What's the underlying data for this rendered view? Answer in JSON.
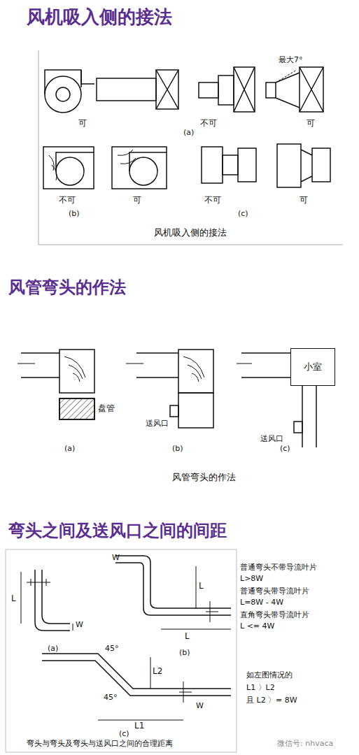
{
  "diagram": {
    "title": "风机吸入侧的接法",
    "nodes": [
      {
        "text": [
          "小室"
        ]
      }
    ],
    "labels": [
      "可",
      "不可",
      "最大7°",
      "可",
      "(a)",
      "不可",
      "可",
      "(b)",
      "不可",
      "可",
      "(c)",
      "风机吸入侧的接法",
      "风管弯头的作法",
      "(a)",
      "盘管",
      "送风口",
      "(b)",
      "送风口",
      "(c)",
      "风管弯头的作法",
      "弯头之间及送风口之间的间距",
      "L",
      "W",
      "(a)",
      "W",
      "L",
      "L",
      "(b)",
      "45°",
      "45°",
      "L2",
      "L1",
      "W",
      "(c)",
      "弯头与弯头及弯头与送风口之间的合理距离",
      "普通弯头不带导流叶片",
      "L>8W",
      "普通弯头带导流叶片",
      "L=8W  -  4W",
      "直角弯头带导流叶片",
      "L <= 4W",
      "如左图情况的",
      "L1 〉L2",
      "且 L2 〉= 8W",
      "微信号: nhvaca"
    ]
  }
}
